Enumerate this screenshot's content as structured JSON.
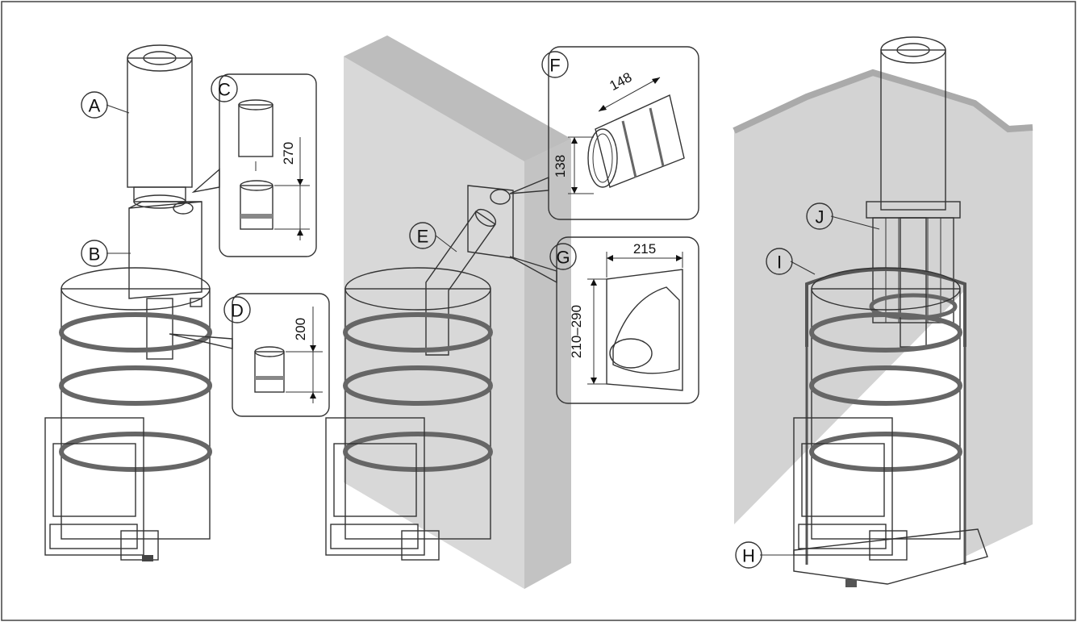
{
  "callouts": {
    "A": "A",
    "B": "B",
    "C": "C",
    "D": "D",
    "E": "E",
    "F": "F",
    "G": "G",
    "H": "H",
    "I": "I",
    "J": "J"
  },
  "dimensions": {
    "c_height": "270",
    "d_height": "200",
    "f_length": "148",
    "f_diameter": "138",
    "g_width": "215",
    "g_height": "210–290"
  },
  "colors": {
    "metal_light": "#cfcfcf",
    "metal_mid": "#a9a9a9",
    "metal_dark": "#7d7d7d",
    "wall": "#d6d6d6",
    "outline": "#333333"
  }
}
